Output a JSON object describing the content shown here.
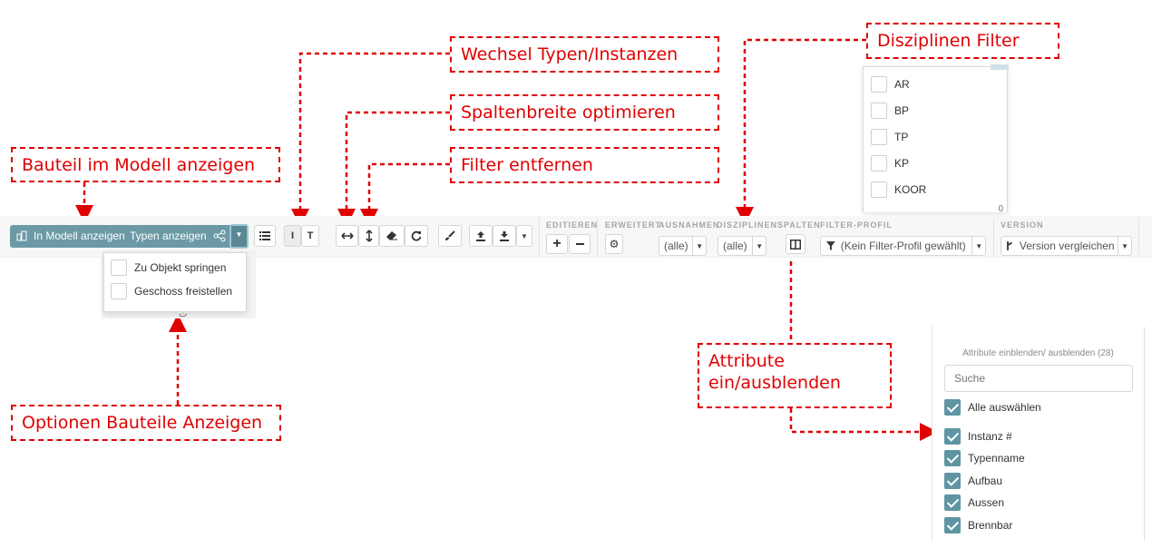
{
  "callouts": {
    "bauteil": "Bauteil im Modell anzeigen",
    "wechsel": "Wechsel Typen/Instanzen",
    "spaltenbreite": "Spaltenbreite optimieren",
    "filter_entfernen": "Filter entfernen",
    "disziplinen_filter": "Disziplinen Filter",
    "attribute_line1": "Attribute",
    "attribute_line2": "ein/ausblenden",
    "optionen": "Optionen Bauteile Anzeigen"
  },
  "toolbar": {
    "in_modell": "In Modell anzeigen",
    "typen_anzeigen": "Typen anzeigen",
    "instance_toggle": "I",
    "type_toggle": "T",
    "groups": {
      "editieren": "EDITIEREN",
      "erweitert": "ERWEITERT",
      "ausnahmen": "AUSNAHMEN",
      "disziplinen": "DISZIPLINEN",
      "spalten": "SPALTEN",
      "filter_profil": "FILTER-PROFIL",
      "version": "VERSION"
    },
    "ausnahmen_value": "(alle)",
    "disziplinen_value": "(alle)",
    "filter_profil_value": "(Kein Filter-Profil gewählt)",
    "version_value": "Version vergleichen"
  },
  "options_dropdown": {
    "items": [
      "Zu Objekt springen",
      "Geschoss freistellen"
    ],
    "peek": "ت"
  },
  "disciplines_dropdown": {
    "items": [
      "AR",
      "BP",
      "TP",
      "KP",
      "KOOR"
    ],
    "peek": "0"
  },
  "attributes_panel": {
    "title": "Attribute einblenden/ ausblenden (28)",
    "search_placeholder": "Suche",
    "select_all": "Alle auswählen",
    "items": [
      "Instanz #",
      "Typenname",
      "Aufbau",
      "Aussen",
      "Brennbar"
    ]
  },
  "colors": {
    "accent": "#6b9aa6",
    "callout": "#e00000",
    "checkbox": "#5f95a3"
  }
}
